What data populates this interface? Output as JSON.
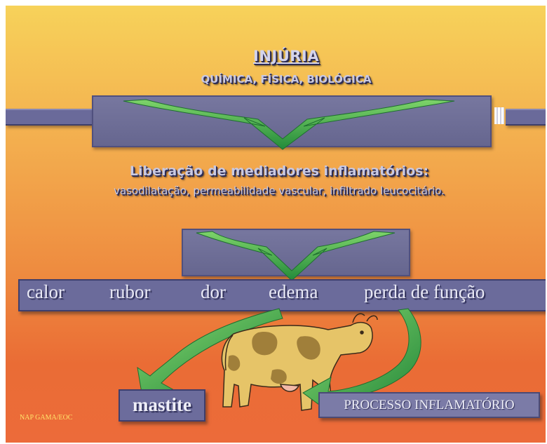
{
  "title": "INJÚRIA",
  "subtitle": "QUÍMICA, FÍSICA, BIOLÓGICA",
  "mediators": {
    "title": "Liberação de mediadores inflamatórios:",
    "description": "vasodilatação, permeabilidade vascular, infiltrado leucocitário."
  },
  "symptoms": [
    "calor",
    "rubor",
    "dor",
    "edema",
    "perda de função"
  ],
  "outcome_label": "mastite",
  "process_label": "PROCESSO INFLAMATÓRIO",
  "credit": "NAP GAMA/EOC",
  "colors": {
    "bar": "#6b6b9b",
    "arrow_green": "#3aa84a",
    "cow_yellow": "#e8c46a",
    "background_top": "#f7d25a",
    "background_bottom": "#ec6b3a"
  },
  "icons": [
    "down-arrow-icon",
    "curved-arrow-icon",
    "cow-illustration"
  ]
}
